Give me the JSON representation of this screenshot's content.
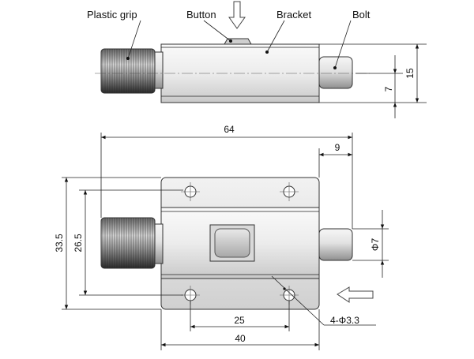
{
  "labels": {
    "plastic_grip": "Plastic grip",
    "button": "Button",
    "bracket": "Bracket",
    "bolt": "Bolt"
  },
  "dimensions": {
    "side_height": "15",
    "side_center": "7",
    "overall_length": "64",
    "bolt_protrusion": "9",
    "outer_height": "33.5",
    "inner_height": "26.5",
    "bolt_diameter": "Φ7",
    "hole_spacing": "25",
    "bracket_width": "40",
    "holes": "4-Φ3.3"
  },
  "colors": {
    "outline": "#333333",
    "metal_light": "#f4f4f4",
    "metal_mid": "#d6d6d6",
    "metal_dark": "#9a9a9a",
    "grip_dark": "#2a2a2a"
  }
}
